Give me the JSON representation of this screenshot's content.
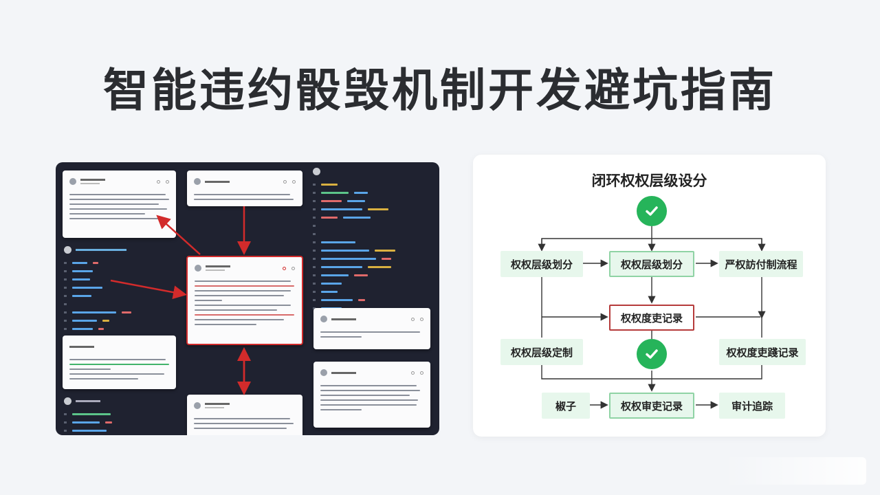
{
  "headline": "智能违约骰毁机制开发避坑指南",
  "flow": {
    "title": "闭环权权层级设分",
    "boxes": {
      "left_top": "权权层级划分",
      "center_top": "权权层级划分",
      "right_top": "严权訪付制流程",
      "center_mid": "权权度吏记录",
      "left_mid": "权权层级定制",
      "right_mid": "权权度吏踐记录",
      "left_bottom": "椒子",
      "center_bottom": "权权审吏记录",
      "right_bottom": "审计追踪"
    }
  },
  "colors": {
    "accent_green": "#26b45a",
    "box_green": "#e7f7ec",
    "highlight_red": "#d22b2b",
    "dark_bg": "#1f2230"
  },
  "icons": {
    "check": "check-circle-icon",
    "arrow": "arrow-icon"
  }
}
